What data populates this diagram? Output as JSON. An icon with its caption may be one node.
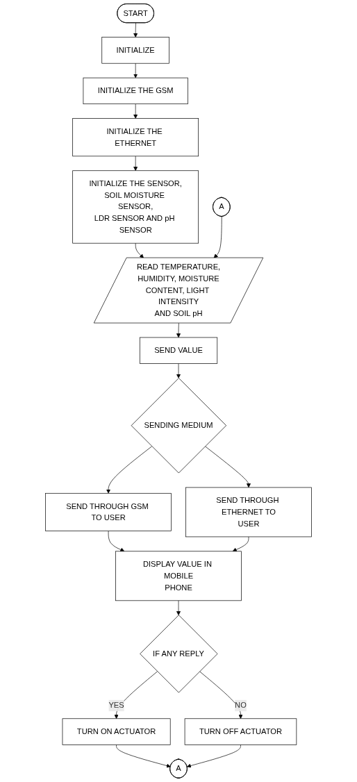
{
  "diagram": {
    "nodes": [
      {
        "text": [
          "START"
        ]
      },
      {
        "text": [
          "INITIALIZE"
        ]
      },
      {
        "text": [
          "INITIALIZE THE GSM"
        ]
      },
      {
        "text": [
          "INITIALIZE THE ETHERNET"
        ]
      },
      {
        "text": [
          "INITIALIZE THE SENSOR, SOIL MOISTURE SENSOR, LDR SENSOR AND pH SENSOR"
        ]
      },
      {
        "text": [
          "A"
        ]
      },
      {
        "text": [
          "READ TEMPERATURE, HUMIDITY, MOISTURE CONTENT, LIGHT INTENSITY AND SOIL pH"
        ]
      },
      {
        "text": [
          "SEND VALUE"
        ]
      },
      {
        "text": [
          "SENDING MEDIUM"
        ]
      },
      {
        "text": [
          "SEND THROUGH GSM TO USER"
        ]
      },
      {
        "text": [
          "SEND THROUGH ETHERNET TO USER"
        ]
      },
      {
        "text": [
          "DISPLAY VALUE IN MOBILE PHONE"
        ]
      },
      {
        "text": [
          "IF ANY REPLY"
        ]
      },
      {
        "text": [
          "TURN ON ACTUATOR"
        ]
      },
      {
        "text": [
          "TURN OFF ACTUATOR"
        ]
      },
      {
        "text": [
          "A"
        ]
      }
    ],
    "edges": [
      {
        "from": 0,
        "to": 1,
        "arrow": "to"
      },
      {
        "from": 1,
        "to": 2,
        "arrow": "to"
      },
      {
        "from": 2,
        "to": 3,
        "arrow": "to"
      },
      {
        "from": 3,
        "to": 4,
        "arrow": "to"
      },
      {
        "from": 4,
        "to": 6,
        "arrow": "to"
      },
      {
        "from": 5,
        "to": 6,
        "arrow": "to"
      },
      {
        "from": 6,
        "to": 7,
        "arrow": "to"
      },
      {
        "from": 7,
        "to": 8,
        "arrow": "to"
      },
      {
        "from": 8,
        "to": 9,
        "arrow": "to"
      },
      {
        "from": 8,
        "to": 10,
        "arrow": "to"
      },
      {
        "from": 9,
        "to": 11,
        "arrow": "to"
      },
      {
        "from": 10,
        "to": 11,
        "arrow": "to"
      },
      {
        "from": 11,
        "to": 12,
        "arrow": "to"
      },
      {
        "from": 12,
        "to": 13,
        "label": "YES",
        "arrow": "to"
      },
      {
        "from": 12,
        "to": 14,
        "label": "NO",
        "arrow": "to"
      },
      {
        "from": 13,
        "to": 15,
        "arrow": "to"
      },
      {
        "from": 14,
        "to": 15,
        "arrow": "to"
      }
    ]
  }
}
